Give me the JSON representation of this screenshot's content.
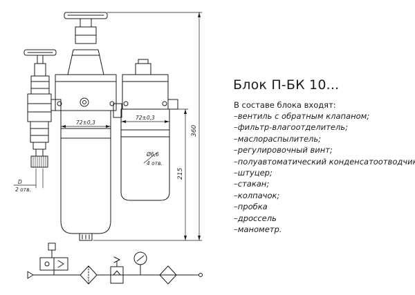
{
  "title": "Блок П-БК 10...",
  "subtitle": "В составе блока входят:",
  "items": [
    "–вентиль с обратным клапаном;",
    "–фильтр-влагоотделитель;",
    "–маслораспылитель;",
    "–регулировочный винт;",
    "–полуавтоматический конденсатоотводчик;",
    "–штуцер;",
    "–стакан;",
    "–колпачок;",
    "–пробка",
    "–дроссель",
    "–манометр."
  ],
  "dimensions": {
    "height_total": "360",
    "height_bowl": "215",
    "width_left": "72±0,3",
    "width_right": "72±0,3",
    "hole_diameter": "Ø6,6",
    "hole_count": "4 отв.",
    "port_d": "D",
    "port_count": "2 отв."
  }
}
